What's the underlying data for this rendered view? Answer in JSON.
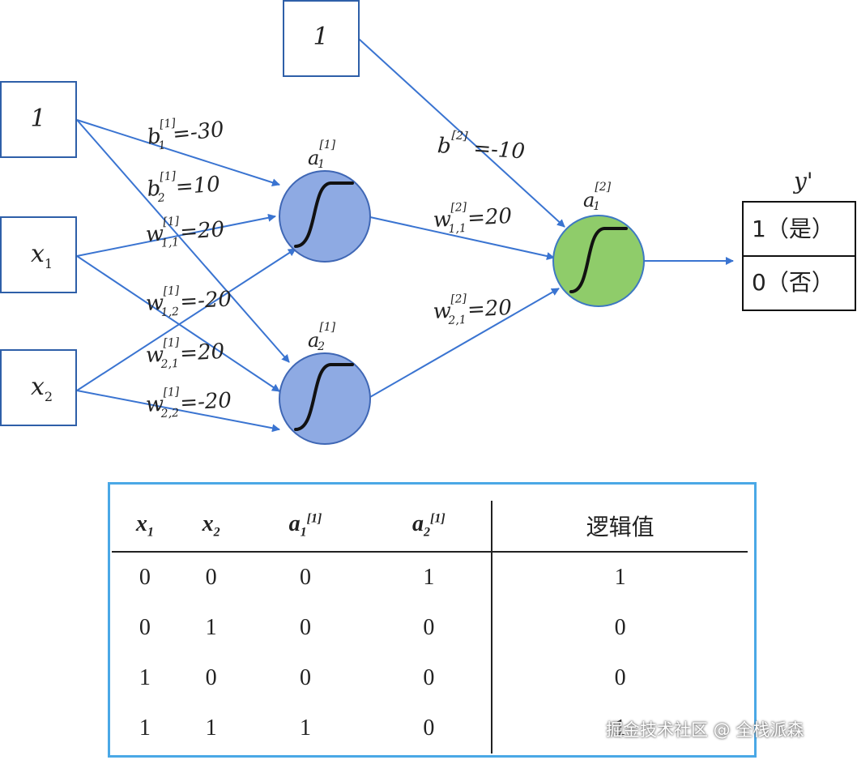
{
  "inputs": {
    "bias_top": "1",
    "bias_left": "1",
    "x1": {
      "base": "x",
      "sub": "1"
    },
    "x2": {
      "base": "x",
      "sub": "2"
    }
  },
  "labels": {
    "b1": {
      "base": "b",
      "sup": "[1]",
      "sub": "1",
      "value": "=-30"
    },
    "b2": {
      "base": "b",
      "sup": "[1]",
      "sub": "2",
      "value": "=10"
    },
    "w11": {
      "base": "w",
      "sup": "[1]",
      "sub": "1,1",
      "value": "=20"
    },
    "w12": {
      "base": "w",
      "sup": "[1]",
      "sub": "1,2",
      "value": "=-20"
    },
    "w21": {
      "base": "w",
      "sup": "[1]",
      "sub": "2,1",
      "value": "=20"
    },
    "w22": {
      "base": "w",
      "sup": "[1]",
      "sub": "2,2",
      "value": "=-20"
    },
    "b_out": {
      "base": "b",
      "sup": "[2]",
      "value": "=-10"
    },
    "w2_11": {
      "base": "w",
      "sup": "[2]",
      "sub": "1,1",
      "value": "=20"
    },
    "w2_21": {
      "base": "w",
      "sup": "[2]",
      "sub": "2,1",
      "value": "=20"
    },
    "a1": {
      "base": "a",
      "sup": "[1]",
      "sub": "1"
    },
    "a2": {
      "base": "a",
      "sup": "[1]",
      "sub": "2"
    },
    "a_out": {
      "base": "a",
      "sup": "[2]",
      "sub": "1"
    }
  },
  "output": {
    "label": "y'",
    "yes": "1（是）",
    "no": "0（否）"
  },
  "colors": {
    "edge": "#3a74d1",
    "hidden_node": "#8eaae3",
    "output_node": "#8fcc6a",
    "table_border": "#4aa8e6"
  },
  "table": {
    "headers": [
      {
        "base": "x",
        "sub": "1"
      },
      {
        "base": "x",
        "sub": "2"
      },
      {
        "base": "a",
        "sub": "1",
        "sup": "[1]"
      },
      {
        "base": "a",
        "sub": "2",
        "sup": "[1]"
      },
      {
        "text": "逻辑值"
      }
    ],
    "rows": [
      [
        "0",
        "0",
        "0",
        "1",
        "1"
      ],
      [
        "0",
        "1",
        "0",
        "0",
        "0"
      ],
      [
        "1",
        "0",
        "0",
        "0",
        "0"
      ],
      [
        "1",
        "1",
        "1",
        "0",
        "1"
      ]
    ]
  },
  "watermark": "掘金技术社区 @ 全栈派森"
}
